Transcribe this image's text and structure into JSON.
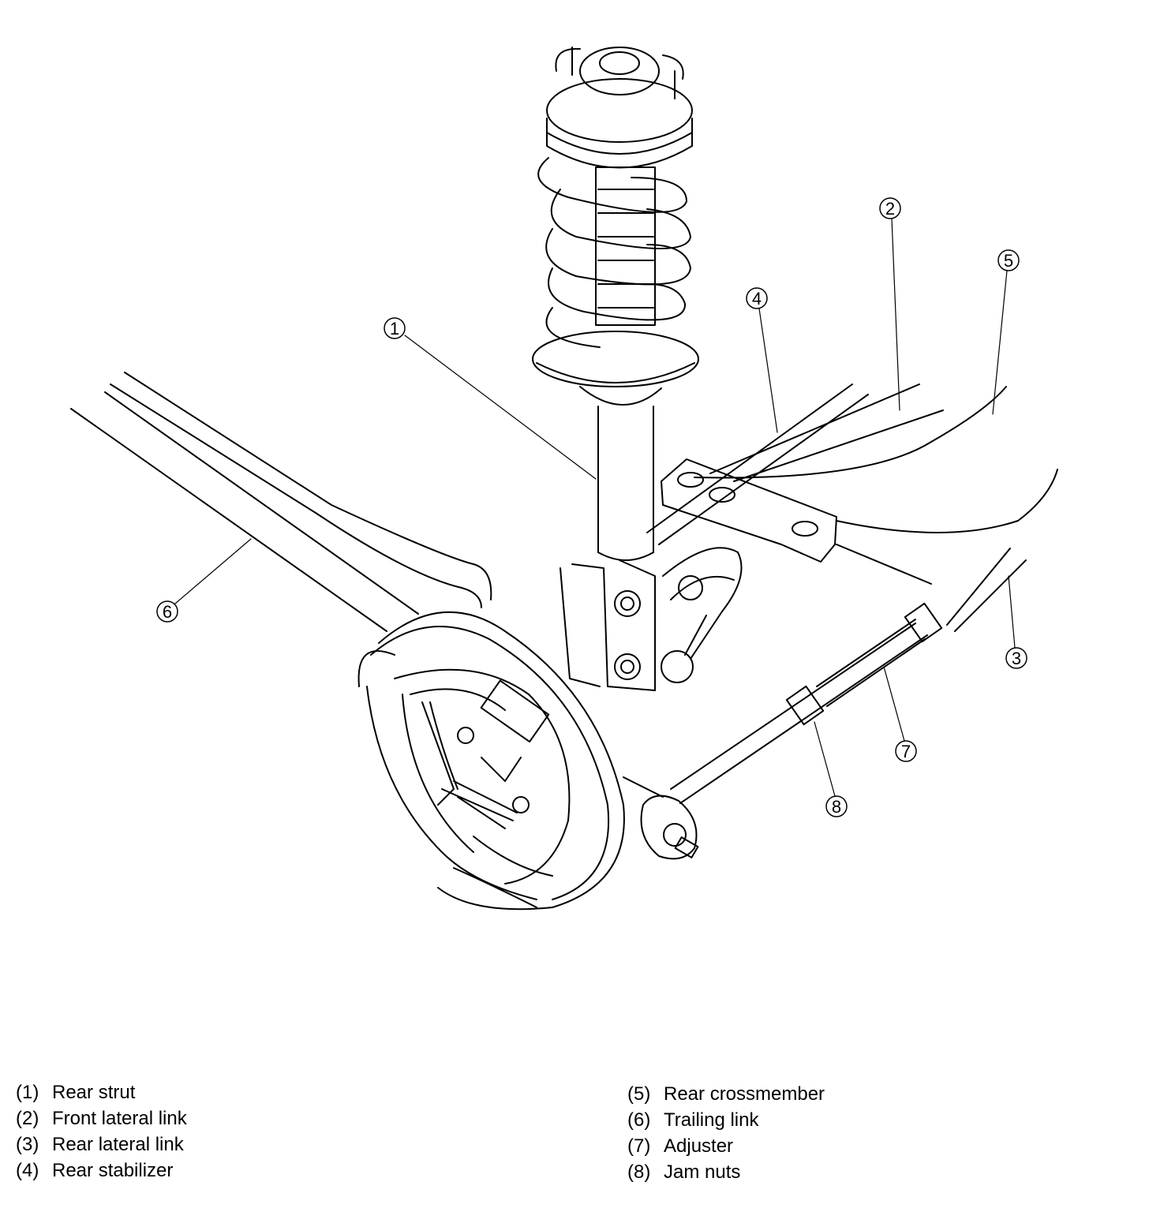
{
  "callouts": [
    {
      "id": "1",
      "part": "rear-strut"
    },
    {
      "id": "2",
      "part": "front-lateral-link"
    },
    {
      "id": "3",
      "part": "rear-lateral-link"
    },
    {
      "id": "4",
      "part": "rear-stabilizer"
    },
    {
      "id": "5",
      "part": "rear-crossmember"
    },
    {
      "id": "6",
      "part": "trailing-link"
    },
    {
      "id": "7",
      "part": "adjuster"
    },
    {
      "id": "8",
      "part": "jam-nuts"
    }
  ],
  "legend": {
    "left": [
      {
        "num": "(1)",
        "label": "Rear strut"
      },
      {
        "num": "(2)",
        "label": "Front lateral link"
      },
      {
        "num": "(3)",
        "label": "Rear lateral link"
      },
      {
        "num": "(4)",
        "label": "Rear stabilizer"
      }
    ],
    "right": [
      {
        "num": "(5)",
        "label": "Rear crossmember"
      },
      {
        "num": "(6)",
        "label": "Trailing link"
      },
      {
        "num": "(7)",
        "label": "Adjuster"
      },
      {
        "num": "(8)",
        "label": "Jam nuts"
      }
    ]
  }
}
